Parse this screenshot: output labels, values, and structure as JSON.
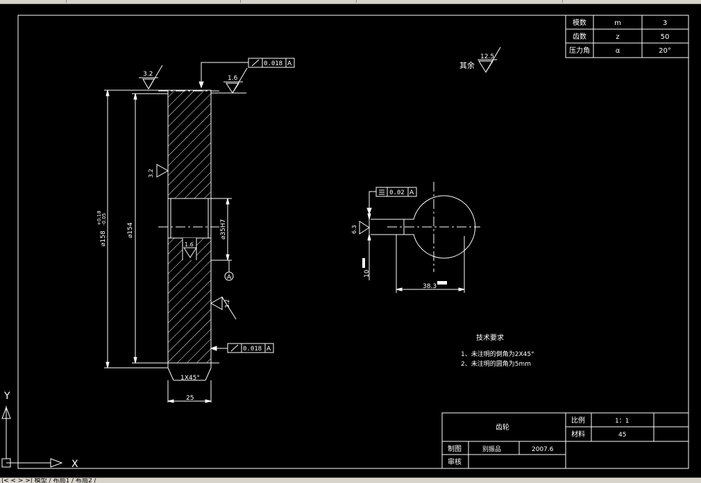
{
  "window": {
    "layout_tabs": [
      "模型",
      "布局1",
      "布局2"
    ]
  },
  "title_block_top": {
    "rows": [
      {
        "label": "模数",
        "value1": "m",
        "value2": "3"
      },
      {
        "label": "齿数",
        "value1": "z",
        "value2": "50"
      },
      {
        "label": "压力角",
        "value1": "α",
        "value2": "20°"
      }
    ]
  },
  "drawing": {
    "roughness_other": "其余",
    "roughness_other_value": "12.5",
    "roughness_top_left": "3.2",
    "roughness_top_right": "1.6",
    "roughness_left_face": "3.2",
    "roughness_bore": "1.6",
    "roughness_right_face": "3.2",
    "roughness_keyway": "6.3",
    "gtol_top_value": "0.018",
    "gtol_top_datum": "A",
    "gtol_bottom_value": "0.018",
    "gtol_bottom_datum": "A",
    "gtol_key_value": "0.02",
    "gtol_key_datum": "A",
    "datum_label": "A",
    "dim_outer": "⌀158",
    "dim_outer_tol_upper": "+0.18",
    "dim_outer_tol_lower": "-0.05",
    "dim_root": "⌀154",
    "dim_bore": "⌀35H7",
    "dim_width": "25",
    "dim_chamfer": "1X45°",
    "dim_key_depth": "38.3",
    "dim_key_width": "10"
  },
  "tech_req": {
    "title": "技术要求",
    "items": [
      "1、未注明的倒角为2X45°",
      "2、未注明的圆角为5mm"
    ]
  },
  "title_block": {
    "part_name": "齿轮",
    "scale_label": "比例",
    "scale_value": "1：1",
    "material_label": "材料",
    "material_value": "45",
    "drawn_label": "制图",
    "drawn_name": "别振品",
    "drawn_date": "2007.6",
    "check_label": "审核"
  },
  "ucs": {
    "x_label": "X",
    "y_label": "Y"
  }
}
